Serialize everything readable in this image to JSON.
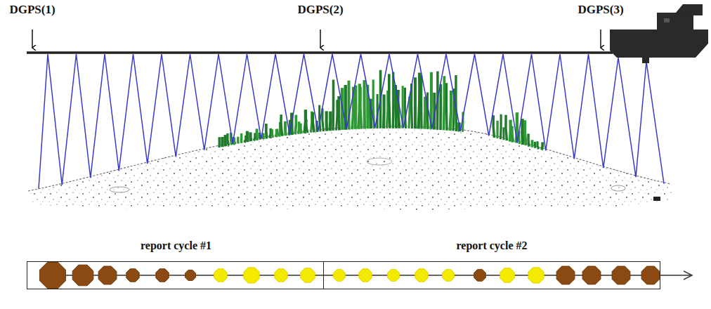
{
  "diagram": {
    "nodes": [
      {
        "text": [
          "report cycle #1"
        ]
      },
      {
        "text": [
          "report cycle #2"
        ]
      }
    ],
    "labels": [
      "DGPS(1)",
      "DGPS(2)",
      "DGPS(3)"
    ]
  }
}
